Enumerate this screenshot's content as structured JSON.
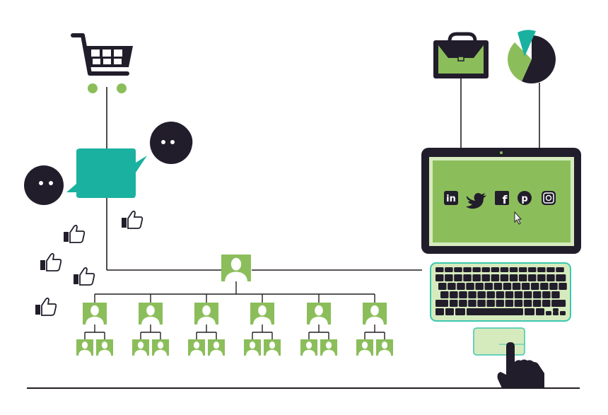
{
  "colors": {
    "green": "#8bbe5b",
    "teal": "#1ab1a0",
    "dark": "#221d2b",
    "line": "#231f20",
    "light_green": "#d6ebbd",
    "keyboard_border": "#3cc7b1"
  },
  "icons": {
    "cart": "shopping-cart-icon",
    "chat": "speech-bubble-icon",
    "briefcase": "briefcase-icon",
    "pie": "pie-chart-icon",
    "like": "thumbs-up-icon",
    "person": "person-icon",
    "pointer": "pointing-hand-icon"
  },
  "social": {
    "linkedin": "in",
    "twitter": "twitter-bird-icon",
    "facebook": "f",
    "pinterest": "p",
    "instagram": "instagram-icon"
  },
  "org_chart": {
    "levels": [
      1,
      6,
      12
    ]
  }
}
